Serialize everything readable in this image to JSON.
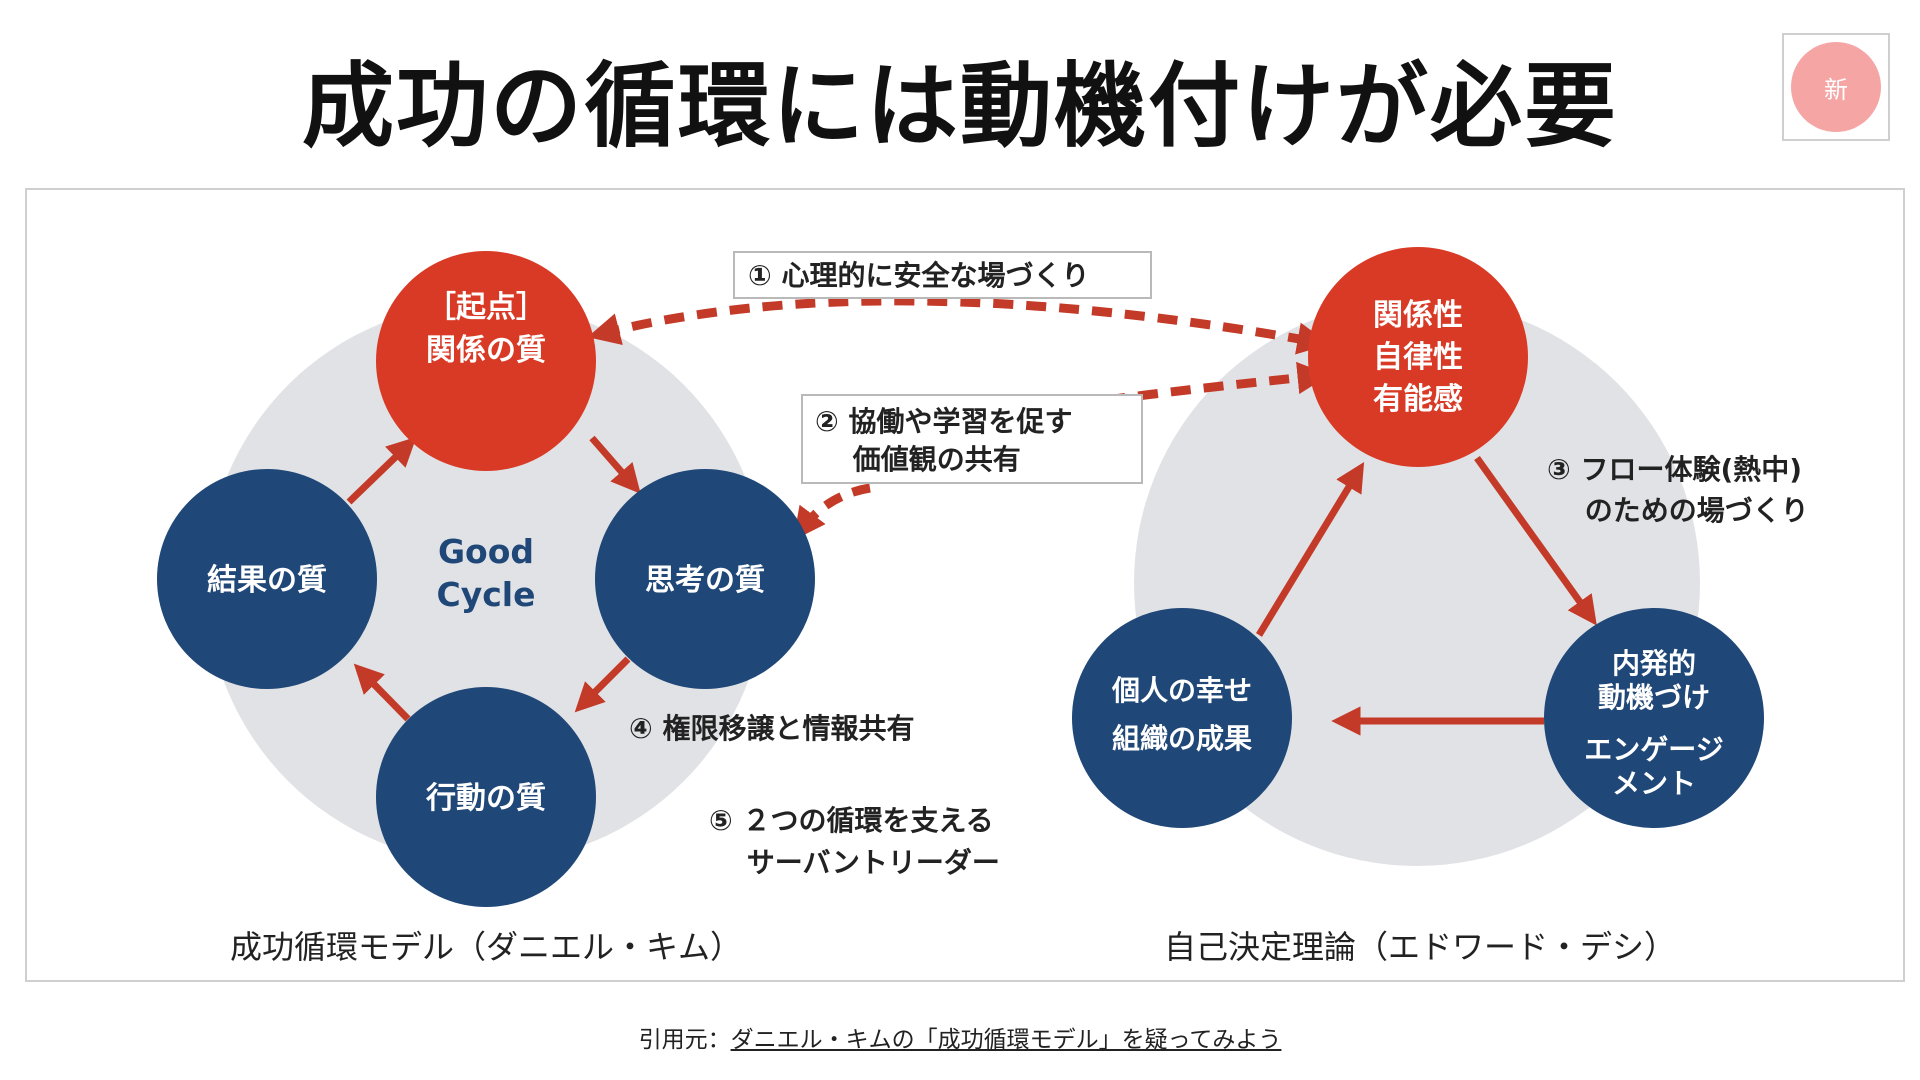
{
  "slide": {
    "title": "成功の循環には動機付けが必要",
    "badge": "新"
  },
  "diagram": {
    "left_model": {
      "caption": "成功循環モデル（ダニエル・キム）",
      "center_label": [
        "Good",
        "Cycle"
      ],
      "nodes": {
        "relationship": [
          "［起点］",
          "関係の質"
        ],
        "thinking": [
          "思考の質"
        ],
        "action": [
          "行動の質"
        ],
        "result": [
          "結果の質"
        ]
      }
    },
    "right_model": {
      "caption": "自己決定理論（エドワード・デシ）",
      "nodes": {
        "needs": [
          "関係性",
          "自律性",
          "有能感"
        ],
        "motivation": [
          "内発的",
          "動機づけ",
          "エンゲージ",
          "メント"
        ],
        "outcome": [
          "個人の幸せ",
          "組織の成果"
        ]
      }
    },
    "callouts": {
      "c1": [
        "① 心理的に安全な場づくり"
      ],
      "c2": [
        "② 協働や学習を促す",
        "　 価値観の共有"
      ],
      "c3": [
        "③ フロー体験(熱中)",
        "　 のための場づくり"
      ],
      "c4": [
        "④ 権限移譲と情報共有"
      ],
      "c5": [
        "⑤ ２つの循環を支える",
        "　 サーバントリーダー"
      ]
    },
    "colors": {
      "red": "#d93a26",
      "navy": "#1f4777",
      "gray_disc": "#e1e2e5",
      "arrow": "#c43a28"
    }
  },
  "footer": {
    "prefix": "引用元：",
    "link_text": "ダニエル・キムの「成功循環モデル」を疑ってみよう"
  }
}
